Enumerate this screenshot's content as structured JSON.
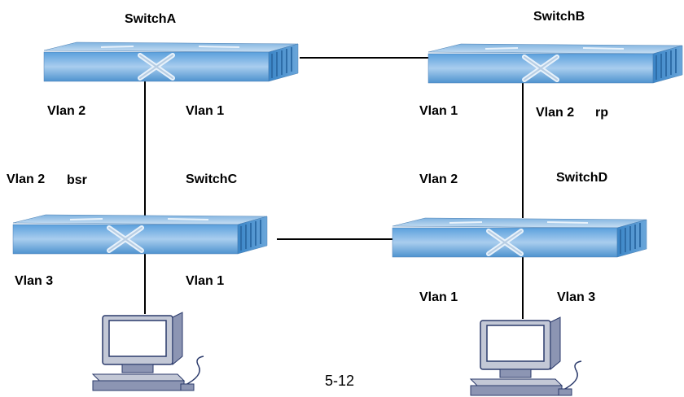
{
  "switches": [
    {
      "id": "a",
      "name": "SwitchA"
    },
    {
      "id": "b",
      "name": "SwitchB"
    },
    {
      "id": "c",
      "name": "SwitchC"
    },
    {
      "id": "d",
      "name": "SwitchD"
    }
  ],
  "labels": {
    "a_vlan2": "Vlan 2",
    "a_vlan1": "Vlan 1",
    "b_vlan1": "Vlan 1",
    "b_vlan2": "Vlan 2",
    "b_role": "rp",
    "c_vlan2": "Vlan 2",
    "c_role": "bsr",
    "c_vlan3": "Vlan 3",
    "c_vlan1": "Vlan 1",
    "d_vlan2": "Vlan 2",
    "d_vlan1": "Vlan 1",
    "d_vlan3": "Vlan 3"
  },
  "page_number": "5-12",
  "colors": {
    "switch_top": "#9ec3e6",
    "switch_front": "#3f8fcf",
    "switch_side": "#6fa7d8",
    "pc_body": "#b9bfcf",
    "pc_screen": "#ffffff",
    "link": "#000000"
  },
  "icons": [
    "switch-icon",
    "pc-icon"
  ]
}
